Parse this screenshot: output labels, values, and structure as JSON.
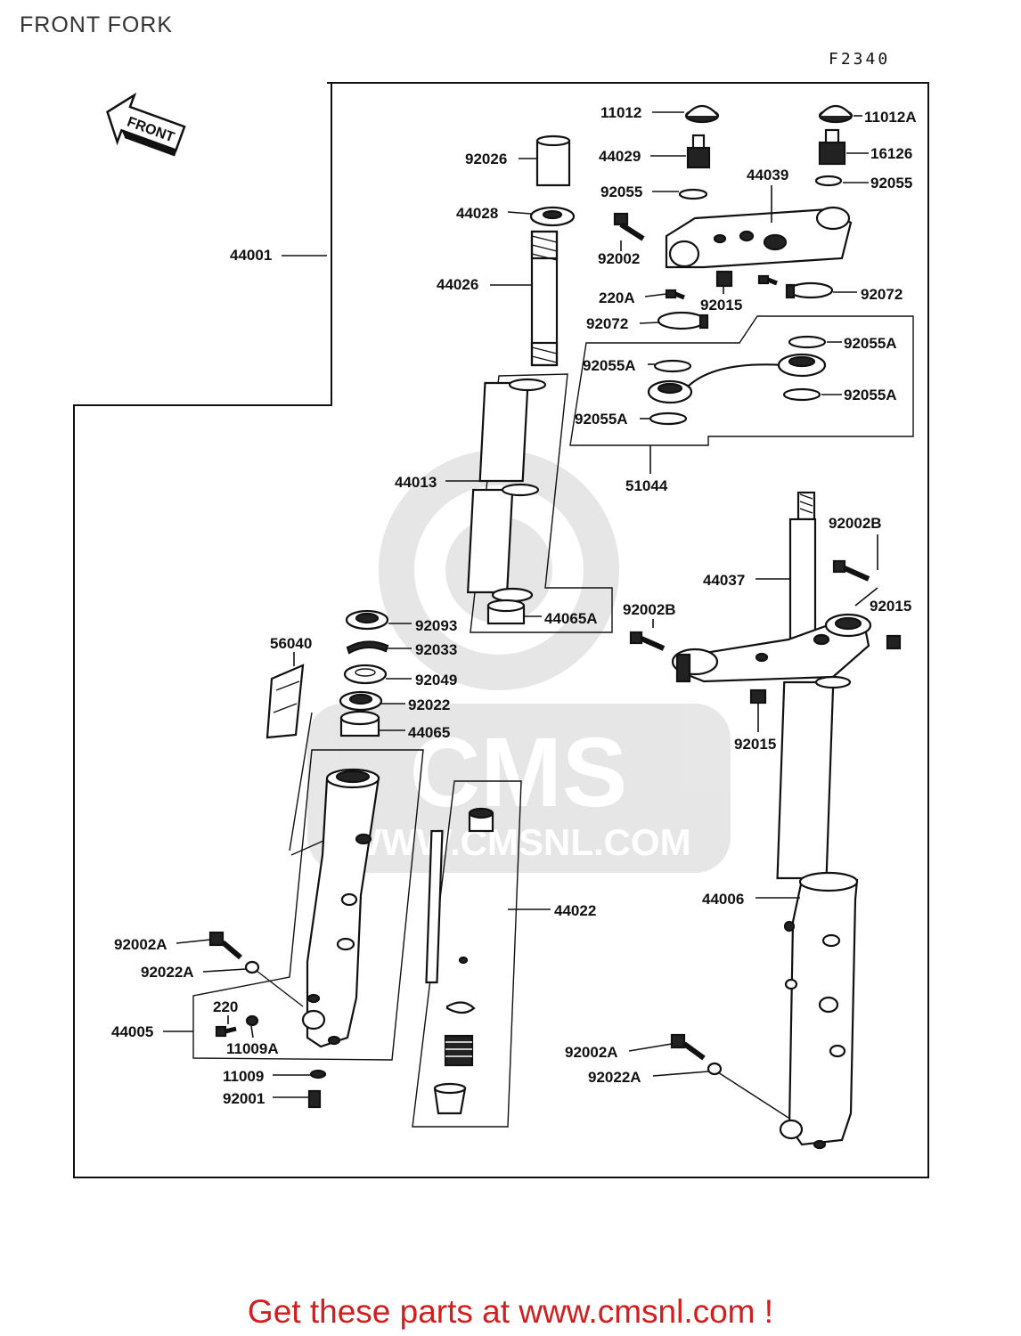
{
  "title": "FRONT FORK",
  "figure_code": "F2340",
  "front_arrow_label": "FRONT",
  "watermark": {
    "brand": "CMS",
    "url": "WWW.CMSNL.COM"
  },
  "footer": "Get these parts at www.cmsnl.com !",
  "part_labels": {
    "p11012": "11012",
    "p11012A": "11012A",
    "p92026": "92026",
    "p44029": "44029",
    "p16126": "16126",
    "p92055_l": "92055",
    "p92055_r": "92055",
    "p44039": "44039",
    "p44028": "44028",
    "p44001": "44001",
    "p92002": "92002",
    "p44026": "44026",
    "p220A": "220A",
    "p92015_top": "92015",
    "p92072_r": "92072",
    "p92072_l": "92072",
    "p92055A_1": "92055A",
    "p92055A_2": "92055A",
    "p92055A_3": "92055A",
    "p92055A_4": "92055A",
    "p51044": "51044",
    "p44013": "44013",
    "p92002B_r": "92002B",
    "p44037": "44037",
    "p92002B_l": "92002B",
    "p92015_r": "92015",
    "p44065A": "44065A",
    "p56040": "56040",
    "p92093": "92093",
    "p92033": "92033",
    "p92049": "92049",
    "p92022": "92022",
    "p44065": "44065",
    "p92015_b": "92015",
    "p44022": "44022",
    "p44006": "44006",
    "p92002A_l": "92002A",
    "p92022A_l": "92022A",
    "p220": "220",
    "p44005": "44005",
    "p11009A": "11009A",
    "p11009": "11009",
    "p92001": "92001",
    "p92002A_r": "92002A",
    "p92022A_r": "92022A"
  }
}
